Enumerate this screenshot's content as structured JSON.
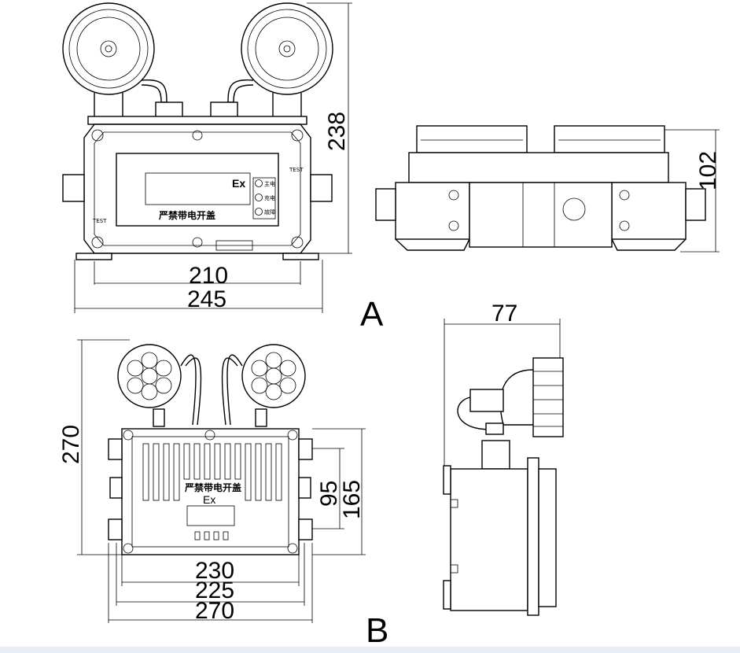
{
  "view_a": {
    "letter": "A",
    "dim_210": "210",
    "dim_245": "245",
    "dim_238": "238",
    "dim_102": "102",
    "panel_ex": "Ex",
    "panel_warning": "严禁带电开盖",
    "indicator_1": "主电",
    "indicator_2": "充电",
    "indicator_3": "故障",
    "test_label": "TEST"
  },
  "view_b": {
    "letter": "B",
    "dim_270_height": "270",
    "dim_95": "95",
    "dim_165": "165",
    "dim_230": "230",
    "dim_225": "225",
    "dim_270_width": "270",
    "dim_77": "77",
    "panel_warning": "严禁带电开盖",
    "panel_ex": "Ex"
  }
}
